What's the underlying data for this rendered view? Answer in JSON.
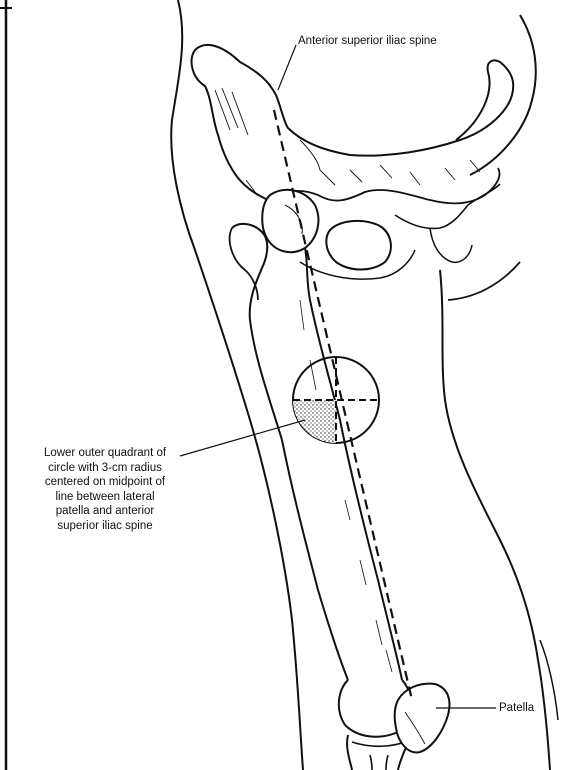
{
  "labels": {
    "asis": "Anterior superior iliac spine",
    "quadrant_lines": [
      "Lower outer quadrant of",
      "circle with 3-cm radius",
      "centered on midpoint of",
      "line between lateral",
      "patella and anterior",
      "superior iliac spine"
    ],
    "patella": "Patella"
  },
  "colors": {
    "ink": "#111111",
    "background": "#ffffff"
  }
}
